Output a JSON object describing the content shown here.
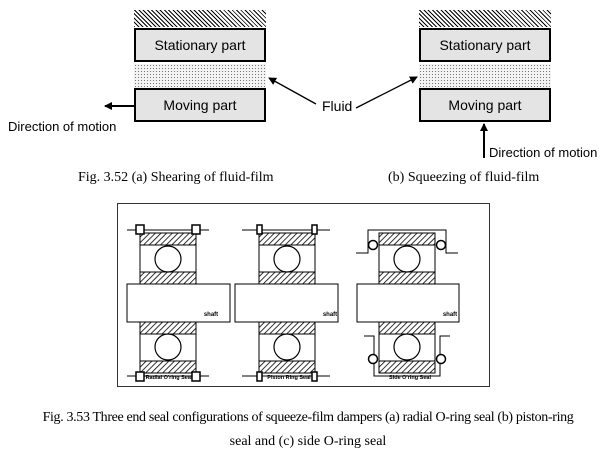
{
  "fig352": {
    "a": {
      "stationary_label": "Stationary part",
      "moving_label": "Moving part",
      "direction_label": "Direction of motion",
      "caption": "Fig. 3.52 (a) Shearing of fluid-film"
    },
    "fluid_label": "Fluid",
    "b": {
      "stationary_label": "Stationary part",
      "moving_label": "Moving part",
      "direction_label": "Direction of motion",
      "caption": "(b) Squeezing of fluid-film"
    }
  },
  "fig353": {
    "panels": [
      {
        "shaft_label": "shaft",
        "title": "Radial O'ring Seal"
      },
      {
        "shaft_label": "shaft",
        "title": "Piston Ring Seal"
      },
      {
        "shaft_label": "shaft",
        "title": "Side O'ring Seal"
      }
    ],
    "caption_line1": "Fig. 3.53 Three end seal configurations of squeeze-film dampers (a) radial O-ring seal (b) piston-ring",
    "caption_line2": "seal and (c) side O-ring seal"
  }
}
